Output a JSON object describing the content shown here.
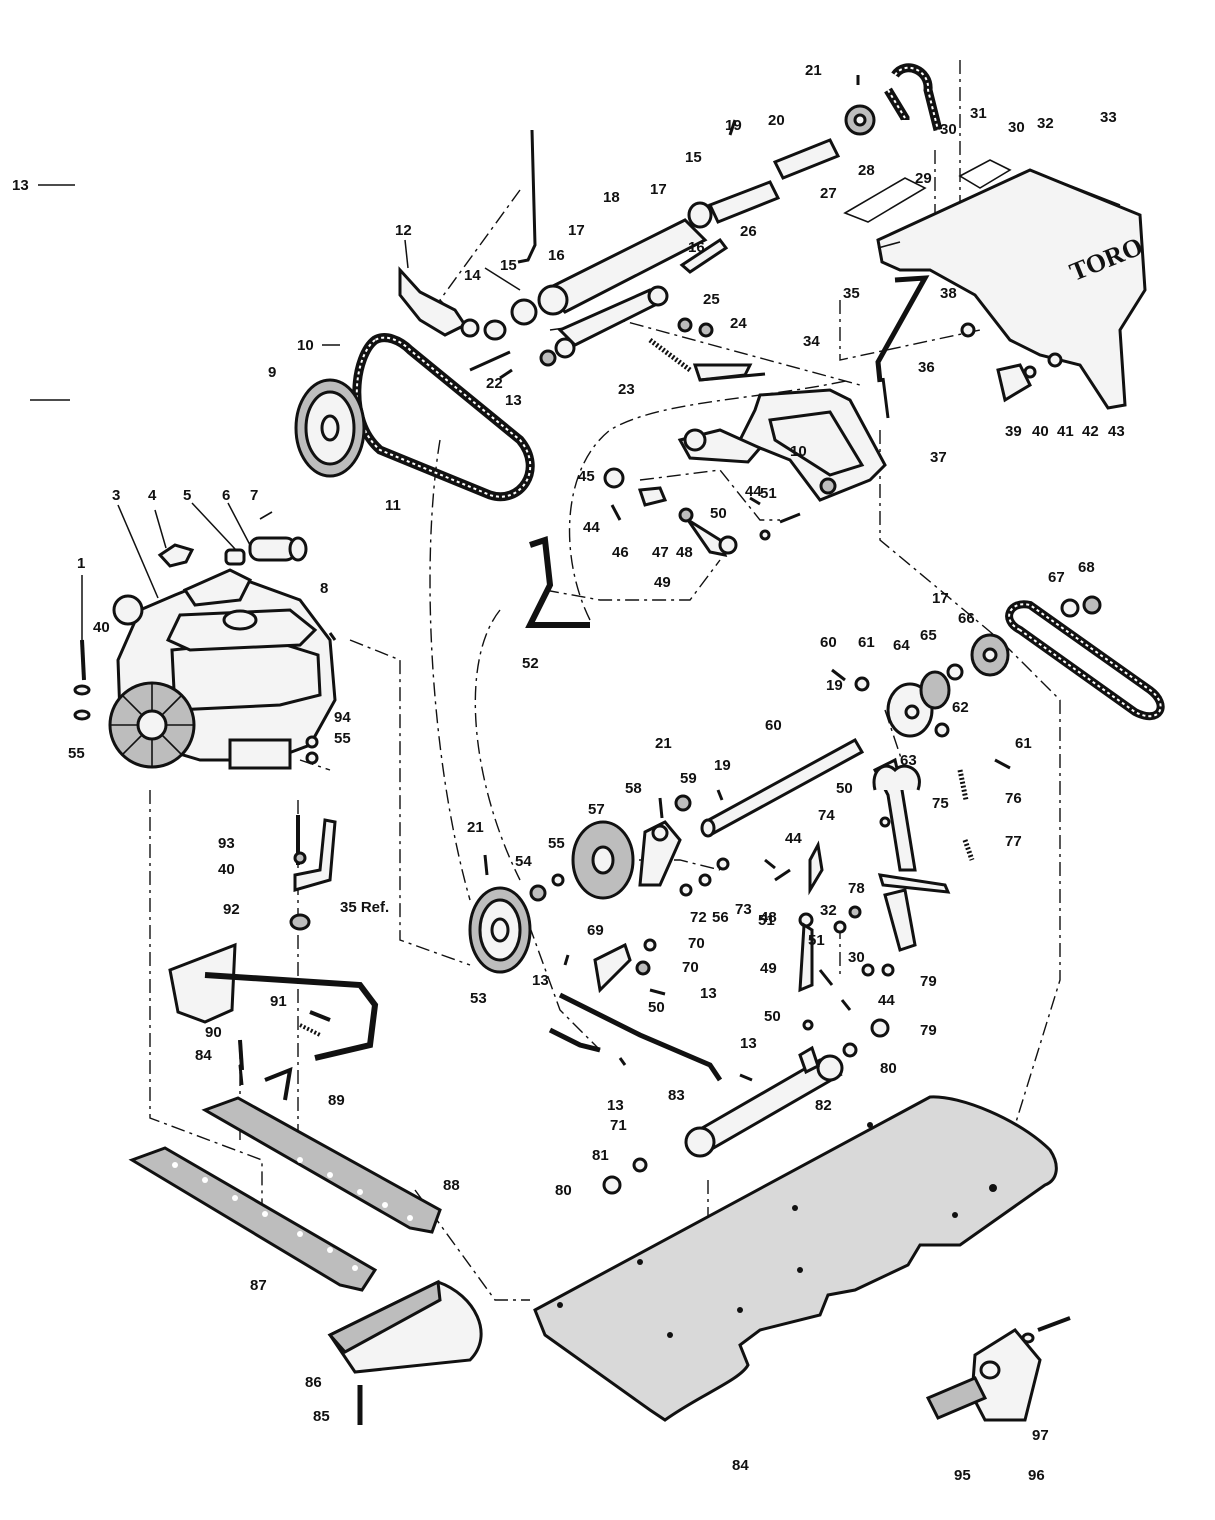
{
  "brand_label": "TORO",
  "callouts": [
    {
      "n": "1"
    },
    {
      "n": "3"
    },
    {
      "n": "4"
    },
    {
      "n": "5"
    },
    {
      "n": "6"
    },
    {
      "n": "7"
    },
    {
      "n": "8"
    },
    {
      "n": "9"
    },
    {
      "n": "10"
    },
    {
      "n": "10"
    },
    {
      "n": "11"
    },
    {
      "n": "12"
    },
    {
      "n": "13"
    },
    {
      "n": "13"
    },
    {
      "n": "13"
    },
    {
      "n": "13"
    },
    {
      "n": "13"
    },
    {
      "n": "13"
    },
    {
      "n": "14"
    },
    {
      "n": "15"
    },
    {
      "n": "15"
    },
    {
      "n": "16"
    },
    {
      "n": "16"
    },
    {
      "n": "17"
    },
    {
      "n": "17"
    },
    {
      "n": "17"
    },
    {
      "n": "18"
    },
    {
      "n": "19"
    },
    {
      "n": "19"
    },
    {
      "n": "19"
    },
    {
      "n": "20"
    },
    {
      "n": "21"
    },
    {
      "n": "21"
    },
    {
      "n": "21"
    },
    {
      "n": "22"
    },
    {
      "n": "23"
    },
    {
      "n": "24"
    },
    {
      "n": "25"
    },
    {
      "n": "26"
    },
    {
      "n": "27"
    },
    {
      "n": "28"
    },
    {
      "n": "29"
    },
    {
      "n": "30"
    },
    {
      "n": "30"
    },
    {
      "n": "30"
    },
    {
      "n": "31"
    },
    {
      "n": "32"
    },
    {
      "n": "32"
    },
    {
      "n": "33"
    },
    {
      "n": "34"
    },
    {
      "n": "35"
    },
    {
      "n": "35 Ref."
    },
    {
      "n": "36"
    },
    {
      "n": "37"
    },
    {
      "n": "38"
    },
    {
      "n": "39"
    },
    {
      "n": "40"
    },
    {
      "n": "40"
    },
    {
      "n": "40"
    },
    {
      "n": "41"
    },
    {
      "n": "42"
    },
    {
      "n": "43"
    },
    {
      "n": "44"
    },
    {
      "n": "44"
    },
    {
      "n": "44"
    },
    {
      "n": "44"
    },
    {
      "n": "45"
    },
    {
      "n": "46"
    },
    {
      "n": "47"
    },
    {
      "n": "48"
    },
    {
      "n": "48"
    },
    {
      "n": "49"
    },
    {
      "n": "49"
    },
    {
      "n": "50"
    },
    {
      "n": "50"
    },
    {
      "n": "50"
    },
    {
      "n": "50"
    },
    {
      "n": "51"
    },
    {
      "n": "51"
    },
    {
      "n": "51"
    },
    {
      "n": "52"
    },
    {
      "n": "53"
    },
    {
      "n": "54"
    },
    {
      "n": "55"
    },
    {
      "n": "55"
    },
    {
      "n": "55"
    },
    {
      "n": "56"
    },
    {
      "n": "57"
    },
    {
      "n": "58"
    },
    {
      "n": "59"
    },
    {
      "n": "60"
    },
    {
      "n": "60"
    },
    {
      "n": "61"
    },
    {
      "n": "61"
    },
    {
      "n": "62"
    },
    {
      "n": "63"
    },
    {
      "n": "64"
    },
    {
      "n": "65"
    },
    {
      "n": "66"
    },
    {
      "n": "67"
    },
    {
      "n": "68"
    },
    {
      "n": "69"
    },
    {
      "n": "70"
    },
    {
      "n": "70"
    },
    {
      "n": "71"
    },
    {
      "n": "72"
    },
    {
      "n": "73"
    },
    {
      "n": "74"
    },
    {
      "n": "75"
    },
    {
      "n": "76"
    },
    {
      "n": "77"
    },
    {
      "n": "78"
    },
    {
      "n": "79"
    },
    {
      "n": "79"
    },
    {
      "n": "80"
    },
    {
      "n": "80"
    },
    {
      "n": "81"
    },
    {
      "n": "82"
    },
    {
      "n": "83"
    },
    {
      "n": "84"
    },
    {
      "n": "84"
    },
    {
      "n": "85"
    },
    {
      "n": "86"
    },
    {
      "n": "87"
    },
    {
      "n": "88"
    },
    {
      "n": "89"
    },
    {
      "n": "90"
    },
    {
      "n": "91"
    },
    {
      "n": "92"
    },
    {
      "n": "93"
    },
    {
      "n": "94"
    },
    {
      "n": "95"
    },
    {
      "n": "96"
    },
    {
      "n": "97"
    }
  ]
}
